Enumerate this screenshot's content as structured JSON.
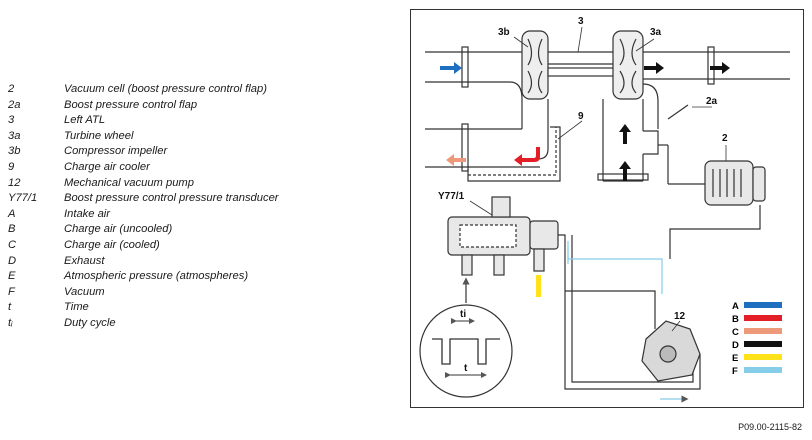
{
  "legend": [
    {
      "code": "2",
      "desc": "Vacuum cell (boost pressure control flap)"
    },
    {
      "code": "2a",
      "desc": "Boost pressure control flap"
    },
    {
      "code": "3",
      "desc": "Left ATL"
    },
    {
      "code": "3a",
      "desc": "Turbine wheel"
    },
    {
      "code": "3b",
      "desc": "Compressor impeller"
    },
    {
      "code": "9",
      "desc": "Charge air cooler"
    },
    {
      "code": "12",
      "desc": "Mechanical vacuum pump"
    },
    {
      "code": "Y77/1",
      "desc": "Boost pressure control pressure transducer"
    },
    {
      "code": "A",
      "desc": "Intake air"
    },
    {
      "code": "B",
      "desc": "Charge air (uncooled)"
    },
    {
      "code": "C",
      "desc": "Charge air (cooled)"
    },
    {
      "code": "D",
      "desc": "Exhaust"
    },
    {
      "code": "E",
      "desc": "Atmospheric pressure (atmospheres)"
    },
    {
      "code": "F",
      "desc": "Vacuum"
    },
    {
      "code": "t",
      "desc": "Time"
    },
    {
      "code": "tᵢ",
      "desc": "Duty cycle"
    }
  ],
  "diagram": {
    "labels": {
      "l3b": "3b",
      "l3": "3",
      "l3a": "3a",
      "l2a": "2a",
      "l9": "9",
      "l2": "2",
      "ly77": "Y77/1",
      "l12": "12",
      "lti": "ti",
      "lt": "t"
    },
    "key": [
      {
        "letter": "A",
        "color": "#1e6fc0"
      },
      {
        "letter": "B",
        "color": "#e41e26"
      },
      {
        "letter": "C",
        "color": "#ee9a7a"
      },
      {
        "letter": "D",
        "color": "#111111"
      },
      {
        "letter": "E",
        "color": "#ffe21a"
      },
      {
        "letter": "F",
        "color": "#86cdea"
      }
    ]
  },
  "figure_id": "P09.00-2115-82"
}
